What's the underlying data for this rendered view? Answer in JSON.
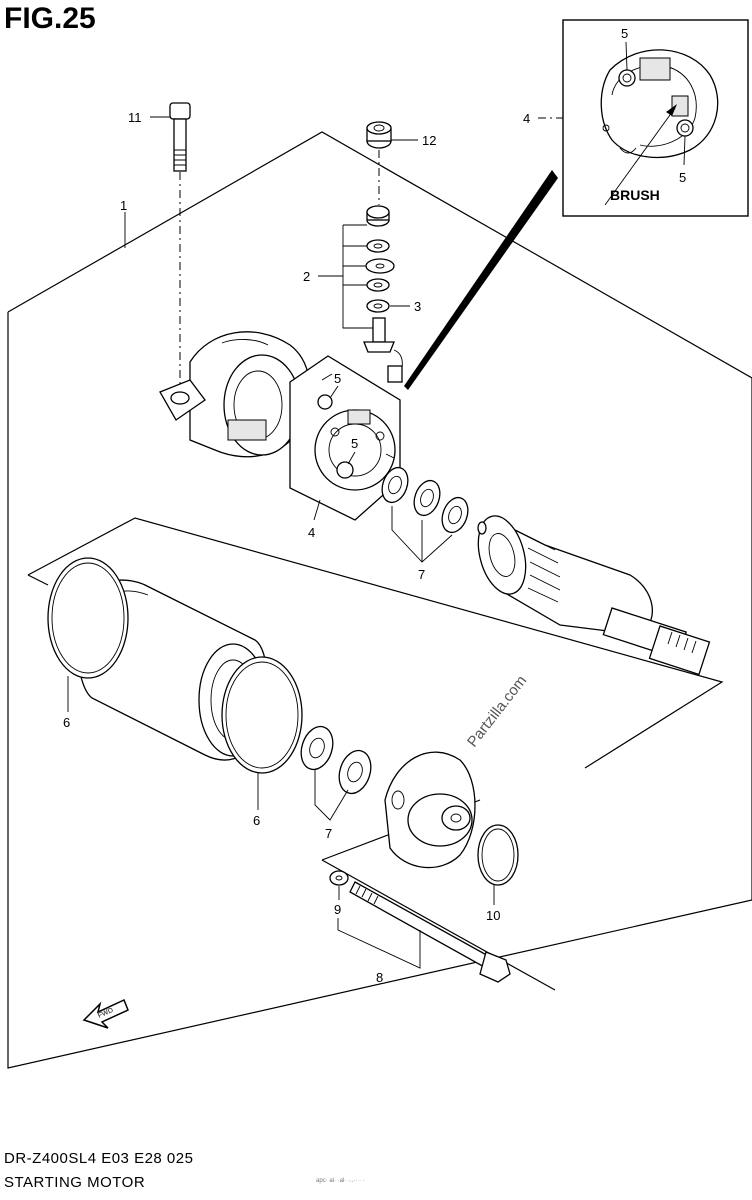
{
  "figure": {
    "title": "FIG.25"
  },
  "footer": {
    "model_line": "DR-Z400SL4  E03  E28  025",
    "section_name": "STARTING MOTOR",
    "fine_print": "apc·  al·  ·al· ·..·· · ·"
  },
  "watermark": "Partzilla.com",
  "callouts": {
    "c1": "1",
    "c2": "2",
    "c3": "3",
    "c4_main": "4",
    "c4_inset": "4",
    "c5_inset_top": "5",
    "c5_inset_bottom": "5",
    "c5_plate_top": "5",
    "c5_plate_bottom": "5",
    "c6_left": "6",
    "c6_lower": "6",
    "c7_upper": "7",
    "c7_lower": "7",
    "c8": "8",
    "c9": "9",
    "c10": "10",
    "c11": "11",
    "c12": "12"
  },
  "inset": {
    "brush_label": "BRUSH"
  },
  "icons": {
    "forward_arrow": "fwd-arrow-icon"
  }
}
